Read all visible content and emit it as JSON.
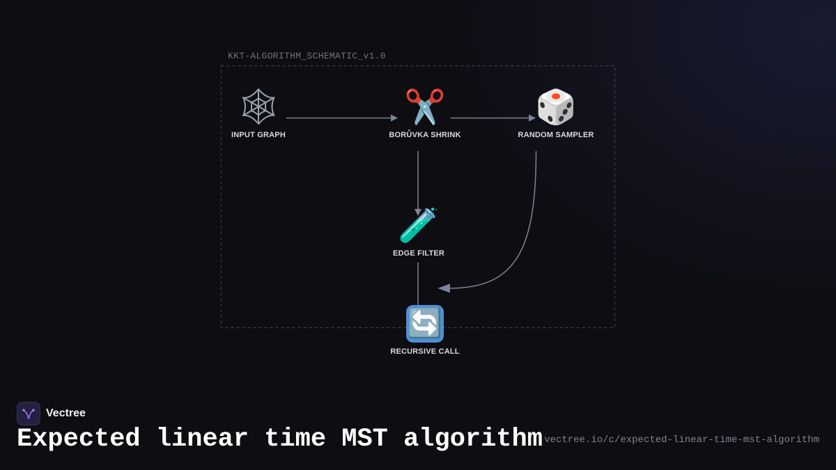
{
  "diagram": {
    "schematic_label": "KKT-ALGORITHM_SCHEMATIC_v1.0",
    "nodes": [
      {
        "id": "input-graph",
        "label": "INPUT GRAPH",
        "icon": "🕸",
        "icon_name": "spider-web-icon"
      },
      {
        "id": "boruvka-shrink",
        "label": "BORŮVKA SHRINK",
        "icon": "✂️",
        "icon_name": "scissors-icon"
      },
      {
        "id": "random-sampler",
        "label": "RANDOM SAMPLER",
        "icon": "🎲",
        "icon_name": "dice-icon"
      },
      {
        "id": "edge-filter",
        "label": "EDGE FILTER",
        "icon": "🧪",
        "icon_name": "test-tube-icon"
      },
      {
        "id": "recursive-call",
        "label": "RECURSIVE CALL",
        "icon": "🔄",
        "icon_name": "refresh-arrows-icon"
      }
    ],
    "edges": [
      {
        "from": "input-graph",
        "to": "boruvka-shrink"
      },
      {
        "from": "boruvka-shrink",
        "to": "random-sampler"
      },
      {
        "from": "boruvka-shrink",
        "to": "edge-filter"
      },
      {
        "from": "random-sampler",
        "to": "edge-filter"
      },
      {
        "from": "edge-filter",
        "to": "recursive-call"
      }
    ],
    "colors": {
      "edge": "#7c8596",
      "frame": "#39404d"
    }
  },
  "footer": {
    "brand_name": "Vectree",
    "brand_icon": "vectree-logo-icon",
    "title": "Expected linear time MST algorithm",
    "url": "vectree.io/c/expected-linear-time-mst-algorithm"
  }
}
